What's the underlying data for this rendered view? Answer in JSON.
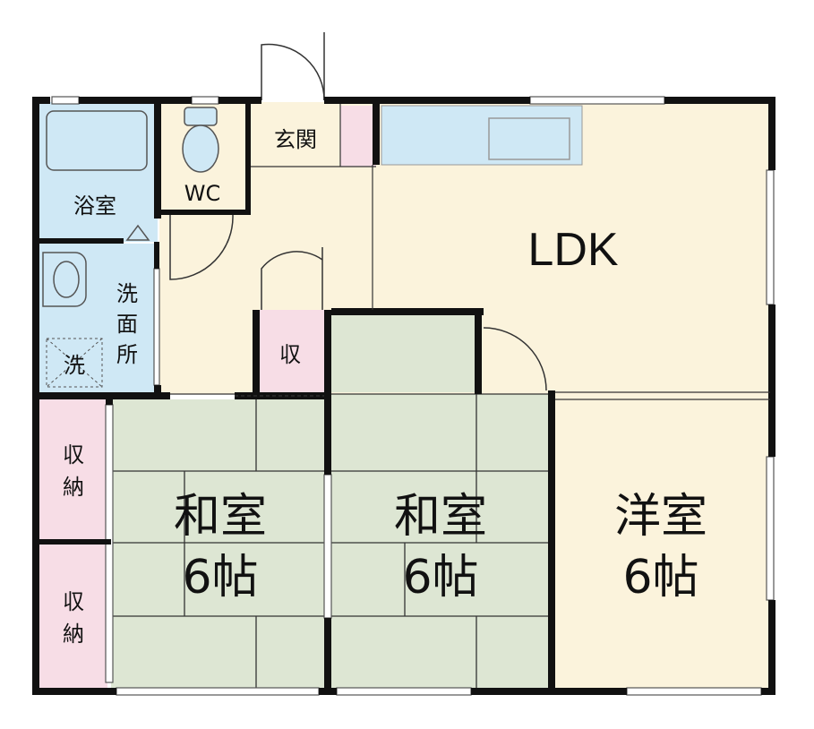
{
  "rooms": {
    "bath": "浴室",
    "wc": "WC",
    "entrance": "玄関",
    "ldk": "LDK",
    "washroom": [
      "洗",
      "面",
      "所"
    ],
    "laundry": "洗",
    "closet_small": "収",
    "storage_upper": [
      "収",
      "納"
    ],
    "storage_lower": [
      "収",
      "納"
    ],
    "washitsu1": [
      "和室",
      "6帖"
    ],
    "washitsu2": [
      "和室",
      "6帖"
    ],
    "youshitsu": [
      "洋室",
      "6帖"
    ]
  },
  "colors": {
    "wall": "#111111",
    "wet_area": "#cfe8f5",
    "floor": "#fbf3dc",
    "tatami": "#dde6d3",
    "storage": "#f7dde6"
  }
}
